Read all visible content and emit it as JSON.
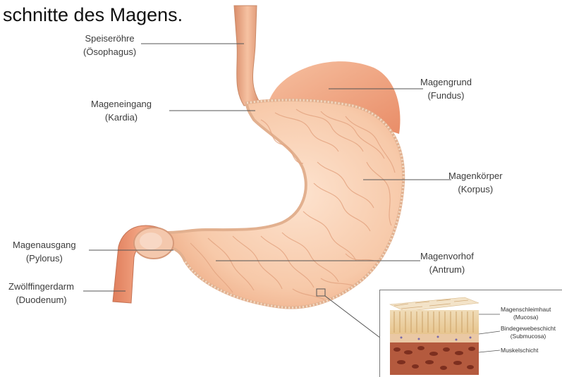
{
  "title": "schnitte des Magens.",
  "labels": {
    "esophagus": {
      "name": "Speiseröhre",
      "latin": "(Ösophagus)"
    },
    "fundus": {
      "name": "Magengrund",
      "latin": "(Fundus)"
    },
    "cardia": {
      "name": "Mageneingang",
      "latin": "(Kardia)"
    },
    "corpus": {
      "name": "Magenkörper",
      "latin": "(Korpus)"
    },
    "pylorus": {
      "name": "Magenausgang",
      "latin": "(Pylorus)"
    },
    "antrum": {
      "name": "Magenvorhof",
      "latin": "(Antrum)"
    },
    "duodenum": {
      "name": "Zwölffingerdarm",
      "latin": "(Duodenum)"
    }
  },
  "inset": {
    "mucosa": {
      "name": "Magenschleimhaut",
      "latin": "(Mucosa)"
    },
    "submucosa": {
      "name": "Bindegewebeschicht",
      "latin": "(Submucosa)"
    },
    "muscle": {
      "name": "Muskelschicht"
    }
  }
}
